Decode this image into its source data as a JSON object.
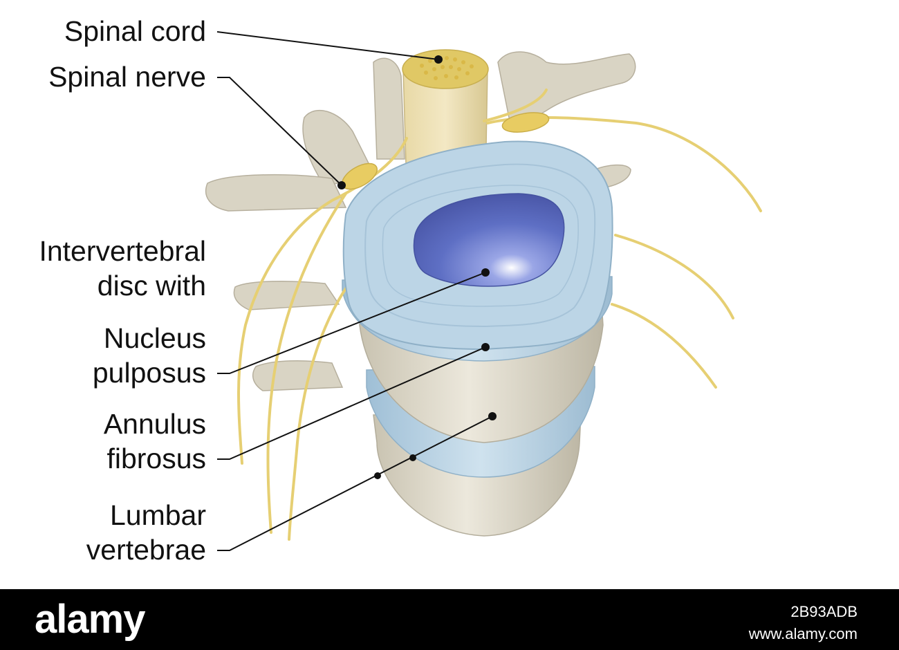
{
  "labels": {
    "spinal_cord": "Spinal cord",
    "spinal_nerve": "Spinal nerve",
    "intervertebral_line1": "Intervertebral",
    "intervertebral_line2": "disc with",
    "nucleus_line1": "Nucleus",
    "nucleus_line2": "pulposus",
    "annulus_line1": "Annulus",
    "annulus_line2": "fibrosus",
    "lumbar_line1": "Lumbar",
    "lumbar_line2": "vertebrae"
  },
  "footer": {
    "brand": "alamy",
    "image_id": "2B93ADB",
    "site": "www.alamy.com"
  },
  "colors": {
    "bone": "#ddd8c8",
    "bone_shadow": "#b9b3a2",
    "nerve": "#e9d27a",
    "disc": "#b7d2e4",
    "nucleus": "#5e6fc4",
    "leader": "#111111"
  }
}
